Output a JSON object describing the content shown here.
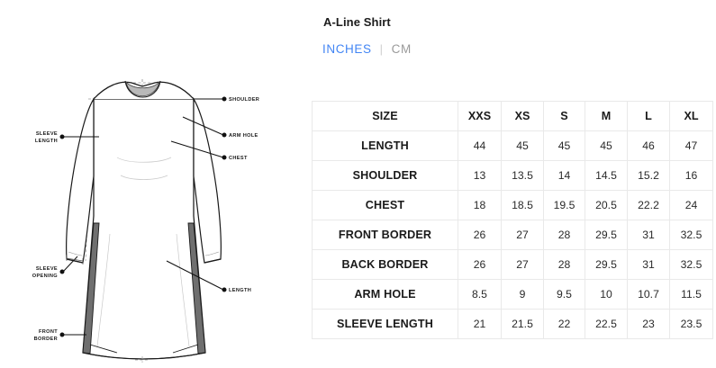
{
  "product": {
    "title": "A-Line Shirt"
  },
  "units": {
    "inches_label": "INCHES",
    "divider": "|",
    "cm_label": "CM",
    "active": "INCHES",
    "active_color": "#4285f4",
    "inactive_color": "#9a9a9a"
  },
  "diagram": {
    "labels": {
      "shoulder": "SHOULDER",
      "arm_hole": "ARM HOLE",
      "chest": "CHEST",
      "sleeve_length_line1": "SLEEVE",
      "sleeve_length_line2": "LENGTH",
      "sleeve_opening_line1": "SLEEVE",
      "sleeve_opening_line2": "OPENING",
      "front_border_line1": "FRONT",
      "front_border_line2": "BORDER",
      "length": "LENGTH"
    }
  },
  "size_table": {
    "row_header_label": "SIZE",
    "columns": [
      "XXS",
      "XS",
      "S",
      "M",
      "L",
      "XL"
    ],
    "rows": [
      {
        "label": "LENGTH",
        "values": [
          "44",
          "45",
          "45",
          "45",
          "46",
          "47"
        ]
      },
      {
        "label": "SHOULDER",
        "values": [
          "13",
          "13.5",
          "14",
          "14.5",
          "15.2",
          "16"
        ]
      },
      {
        "label": "CHEST",
        "values": [
          "18",
          "18.5",
          "19.5",
          "20.5",
          "22.2",
          "24"
        ]
      },
      {
        "label": "FRONT BORDER",
        "values": [
          "26",
          "27",
          "28",
          "29.5",
          "31",
          "32.5"
        ]
      },
      {
        "label": "BACK BORDER",
        "values": [
          "26",
          "27",
          "28",
          "29.5",
          "31",
          "32.5"
        ]
      },
      {
        "label": "ARM HOLE",
        "values": [
          "8.5",
          "9",
          "9.5",
          "10",
          "10.7",
          "11.5"
        ]
      },
      {
        "label": "SLEEVE LENGTH",
        "values": [
          "21",
          "21.5",
          "22",
          "22.5",
          "23",
          "23.5"
        ]
      }
    ]
  }
}
